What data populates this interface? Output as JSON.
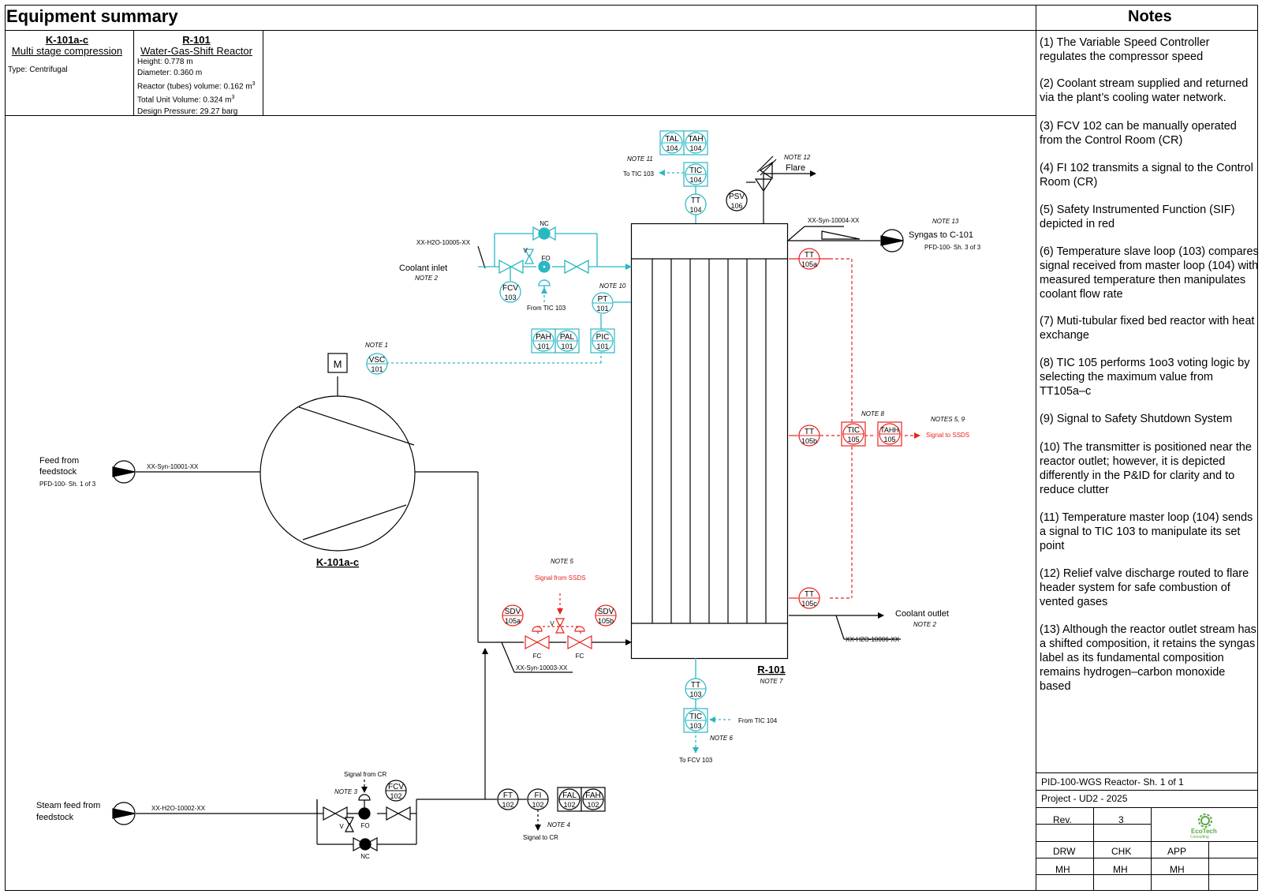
{
  "header": {
    "title": "Equipment summary",
    "notes_title": "Notes"
  },
  "equipment": [
    {
      "tag": "K-101a-c",
      "name": "Multi stage compression",
      "details": [
        "Type: Centrifugal"
      ]
    },
    {
      "tag": "R-101",
      "name": "Water-Gas-Shift Reactor",
      "details": [
        "Height: 0.778 m",
        "Diameter: 0.360 m",
        "Reactor (tubes) volume: 0.162 m",
        "Total Unit Volume: 0.324 m",
        "Design Pressure: 29.27 barg"
      ],
      "superscript": "3"
    }
  ],
  "notes": [
    "(1) The Variable Speed Controller regulates the compressor speed",
    "(2) Coolant stream supplied and returned via the plant’s cooling water network.",
    "(3) FCV 102 can be manually operated from the Control Room (CR)",
    "(4) FI 102 transmits a signal to the Control Room (CR)",
    "(5) Safety Instrumented Function (SIF) depicted in red",
    "(6) Temperature slave loop (103) compares signal received from master loop (104) with measured temperature then manipulates coolant flow rate",
    "(7) Muti-tubular fixed bed reactor with heat exchange",
    "(8) TIC 105 performs 1oo3 voting logic by selecting the maximum value from TT105a–c",
    "(9) Signal to Safety Shutdown System",
    "(10) The transmitter is positioned near the reactor outlet; however, it is depicted differently in the P&ID for clarity and to reduce clutter",
    "(11) Temperature master loop (104) sends a signal to TIC 103 to manipulate its set point",
    "(12) Relief valve discharge routed to flare header system for safe combustion of vented gases",
    "(13) Although the reactor outlet stream has a shifted composition, it retains the syngas label as its fundamental composition remains hydrogen–carbon monoxide based"
  ],
  "title_block": {
    "drawing": "PID-100-WGS Reactor- Sh. 1 of 1",
    "project": "Project - UD2 - 2025",
    "rev_label": "Rev.",
    "rev_value": "3",
    "logo_text": "EcoTech",
    "logo_sub": "Consulting",
    "roles": [
      "DRW",
      "CHK",
      "APP"
    ],
    "initials": [
      "MH",
      "MH",
      "MH"
    ]
  },
  "labels": {
    "feed": [
      "Feed from",
      "feedstock"
    ],
    "feed_ref": "PFD-100- Sh. 1 of 3",
    "feed_line": "XX-Syn-10001-XX",
    "steam": [
      "Steam feed from",
      "feedstock"
    ],
    "steam_line": "XX-H2O-10002-XX",
    "compressor": "K-101a-c",
    "motor": "M",
    "reactor": "R-101",
    "reactor_note": "NOTE 7",
    "coolant_in": "Coolant inlet",
    "coolant_in_note": "NOTE 2",
    "coolant_in_line": "XX-H2O-10005-XX",
    "coolant_out": "Coolant outlet",
    "coolant_out_note": "NOTE 2",
    "coolant_out_line": "XX-H2O-10006-XX",
    "syngas_out": "Syngas to C-101",
    "syngas_ref": "PFD-100- Sh. 3 of 3",
    "syngas_line": "XX-Syn-10004-XX",
    "syngas_note": "NOTE 13",
    "reactor_in_line": "XX-Syn-10003-XX",
    "flare": "Flare",
    "flare_note": "NOTE 12",
    "note1": "NOTE 1",
    "note3": "NOTE 3",
    "note4": "NOTE 4",
    "note5": "NOTE 5",
    "note6": "NOTE 6",
    "note8": "NOTE 8",
    "note10": "NOTE 10",
    "note11": "NOTE 11",
    "notes59": "NOTES 5, 9",
    "to_tic103": "To TIC 103",
    "from_tic103": "From TIC 103",
    "from_tic104": "From TIC 104",
    "to_fcv103": "To FCV 103",
    "signal_ssds_to": "Signal to SSDS",
    "signal_ssds_from": "Signal from SSDS",
    "signal_from_cr": "Signal from CR",
    "signal_to_cr": "Signal to CR",
    "nc": "NC",
    "fo": "FO",
    "fc": "FC",
    "v": "V"
  },
  "instruments": [
    {
      "id": "tal104",
      "a": "TAL",
      "b": "104"
    },
    {
      "id": "tah104",
      "a": "TAH",
      "b": "104"
    },
    {
      "id": "tic104",
      "a": "TIC",
      "b": "104"
    },
    {
      "id": "tt104",
      "a": "TT",
      "b": "104"
    },
    {
      "id": "psv106",
      "a": "PSV",
      "b": "106"
    },
    {
      "id": "fcv103",
      "a": "FCV",
      "b": "103"
    },
    {
      "id": "pt101",
      "a": "PT",
      "b": "101"
    },
    {
      "id": "pah101",
      "a": "PAH",
      "b": "101"
    },
    {
      "id": "pal101",
      "a": "PAL",
      "b": "101"
    },
    {
      "id": "pic101",
      "a": "PIC",
      "b": "101"
    },
    {
      "id": "vsc101",
      "a": "VSC",
      "b": "101"
    },
    {
      "id": "tt105a",
      "a": "TT",
      "b": "105a"
    },
    {
      "id": "tt105b",
      "a": "TT",
      "b": "105b"
    },
    {
      "id": "tic105",
      "a": "TIC",
      "b": "105"
    },
    {
      "id": "tahh105",
      "a": "TAHH",
      "b": "105"
    },
    {
      "id": "tt105c",
      "a": "TT",
      "b": "105c"
    },
    {
      "id": "sdv105a",
      "a": "SDV",
      "b": "105a"
    },
    {
      "id": "sdv105b",
      "a": "SDV",
      "b": "105b"
    },
    {
      "id": "tt103",
      "a": "TT",
      "b": "103"
    },
    {
      "id": "tic103",
      "a": "TIC",
      "b": "103"
    },
    {
      "id": "fcv102",
      "a": "FCV",
      "b": "102"
    },
    {
      "id": "ft102",
      "a": "FT",
      "b": "102"
    },
    {
      "id": "fi102",
      "a": "FI",
      "b": "102"
    },
    {
      "id": "fal102",
      "a": "FAL",
      "b": "102"
    },
    {
      "id": "fah102",
      "a": "FAH",
      "b": "102"
    }
  ]
}
